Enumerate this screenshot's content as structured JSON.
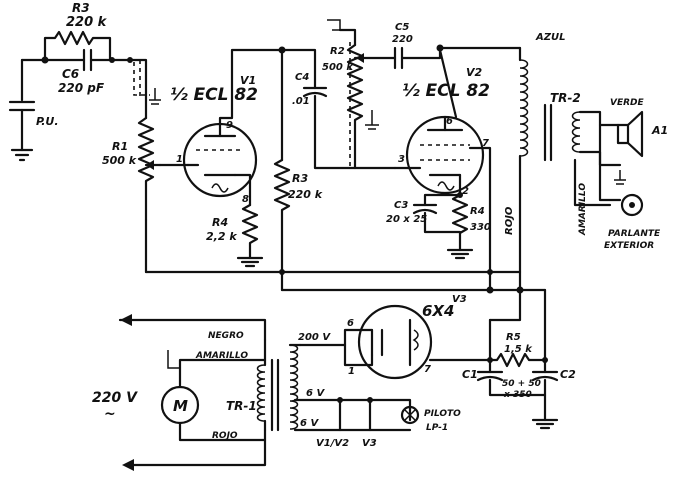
{
  "labels": {
    "r3": "R3",
    "r3_val": "220 k",
    "c6": "C6",
    "c6_val": "220 pF",
    "pu": "P.U.",
    "r1": "R1",
    "r1_val": "500 k",
    "tube_v1": "½ ECL 82",
    "v1": "V1",
    "v1_pin9": "9",
    "v1_pin1": "1",
    "v1_pin8": "8",
    "r4_left": "R4",
    "r4_left_val": "2,2 k",
    "c4": "C4",
    "c4_val": ".01",
    "r3_mid": "R3",
    "r3_mid_val": "220 k",
    "r2": "R2",
    "r2_val": "500 k",
    "c5": "C5",
    "c5_val": "220",
    "tube_v2": "½ ECL 82",
    "v2": "V2",
    "v2_pin6": "6",
    "v2_pin3": "3",
    "v2_pin7": "7",
    "v2_pin2": "2",
    "c3": "C3",
    "c3_val": "20 x 25",
    "r4_right": "R4",
    "r4_right_val": "330",
    "rojo_right": "ROJO",
    "azul": "AZUL",
    "tr2": "TR-2",
    "amarillo_right": "AMARILLO",
    "verde": "VERDE",
    "a1": "A1",
    "parlante": "PARLANTE",
    "exterior": "EXTERIOR",
    "tube_v3": "6X4",
    "v3": "V3",
    "v3_pin6": "6",
    "v3_pin1": "1",
    "v3_pin7": "7",
    "r5": "R5",
    "r5_val": "1,5 k",
    "c1": "C1",
    "c2": "C2",
    "c12_val": "50 + 50",
    "c12_val2": "x 350",
    "negro": "NEGRO",
    "amarillo_left": "AMARILLO",
    "v200": "200 V",
    "mains": "220 V",
    "tilde": "~",
    "motor": "M",
    "tr1": "TR-1",
    "rojo_left": "ROJO",
    "v6_top": "6 V",
    "v6_bot": "6 V",
    "v1v2": "V1/V2",
    "v3_heat": "V3",
    "piloto": "PILOTO",
    "lp1": "LP-1"
  }
}
